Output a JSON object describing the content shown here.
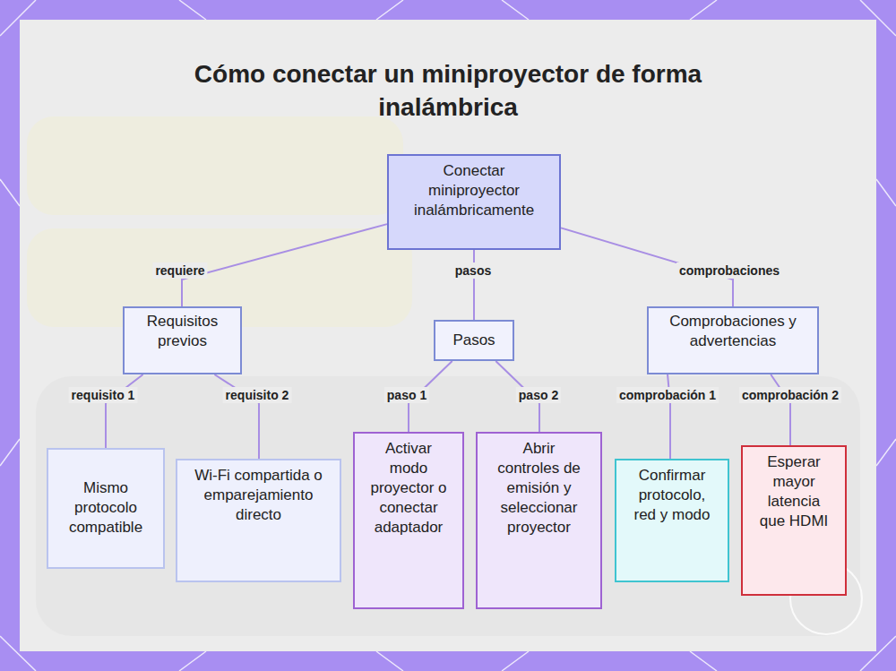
{
  "diagram": {
    "title": "Cómo conectar un miniproyector de forma inalámbrica",
    "nodes": [
      {
        "text": [
          "Conectar miniproyector inalámbricamente"
        ]
      },
      {
        "text": [
          "Requisitos previos"
        ]
      },
      {
        "text": [
          "Pasos"
        ]
      },
      {
        "text": [
          "Comprobaciones y advertencias"
        ]
      },
      {
        "text": [
          "Mismo protocolo compatible"
        ]
      },
      {
        "text": [
          "Wi-Fi compartida o emparejamiento directo"
        ]
      },
      {
        "text": [
          "Activar modo proyector o conectar adaptador"
        ]
      },
      {
        "text": [
          "Abrir controles de emisión y seleccionar proyector"
        ]
      },
      {
        "text": [
          "Confirmar protocolo, red y modo"
        ]
      },
      {
        "text": [
          "Esperar mayor latencia que HDMI"
        ]
      }
    ],
    "edges": [
      {
        "from": 0,
        "to": 1,
        "arrow": "none",
        "label": "requiere"
      },
      {
        "from": 0,
        "to": 2,
        "arrow": "none",
        "label": "pasos"
      },
      {
        "from": 0,
        "to": 3,
        "arrow": "none",
        "label": "comprobaciones"
      },
      {
        "from": 1,
        "to": 4,
        "arrow": "none",
        "label": "requisito 1"
      },
      {
        "from": 1,
        "to": 5,
        "arrow": "none",
        "label": "requisito 2"
      },
      {
        "from": 2,
        "to": 6,
        "arrow": "none",
        "label": "paso 1"
      },
      {
        "from": 2,
        "to": 7,
        "arrow": "none",
        "label": "paso 2"
      },
      {
        "from": 3,
        "to": 8,
        "arrow": "none",
        "label": "comprobación 1"
      },
      {
        "from": 3,
        "to": 9,
        "arrow": "none",
        "label": "comprobación 2"
      }
    ]
  }
}
